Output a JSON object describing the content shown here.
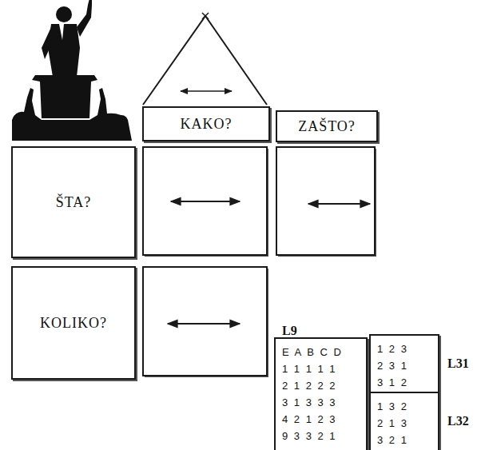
{
  "diagram": {
    "nodes": [
      {
        "text": [
          "KAKO?"
        ]
      },
      {
        "text": [
          "ZAŠTO?"
        ]
      },
      {
        "text": [
          "ŠTA?"
        ]
      },
      {
        "text": [
          "KOLIKO?"
        ]
      },
      {
        "text": [
          "L9",
          "E A B C D",
          "1 1 1 1 1",
          "2 1 2 2 2",
          "3 1 3 3 3",
          "4 2 1 2 3",
          "9 3 3 2 1"
        ]
      },
      {
        "text": [
          "L31",
          "1 2 3",
          "2 3 1",
          "3 1 2"
        ]
      },
      {
        "text": [
          "L32",
          "1 3 2",
          "2 1 3",
          "3 2 1"
        ]
      }
    ]
  }
}
